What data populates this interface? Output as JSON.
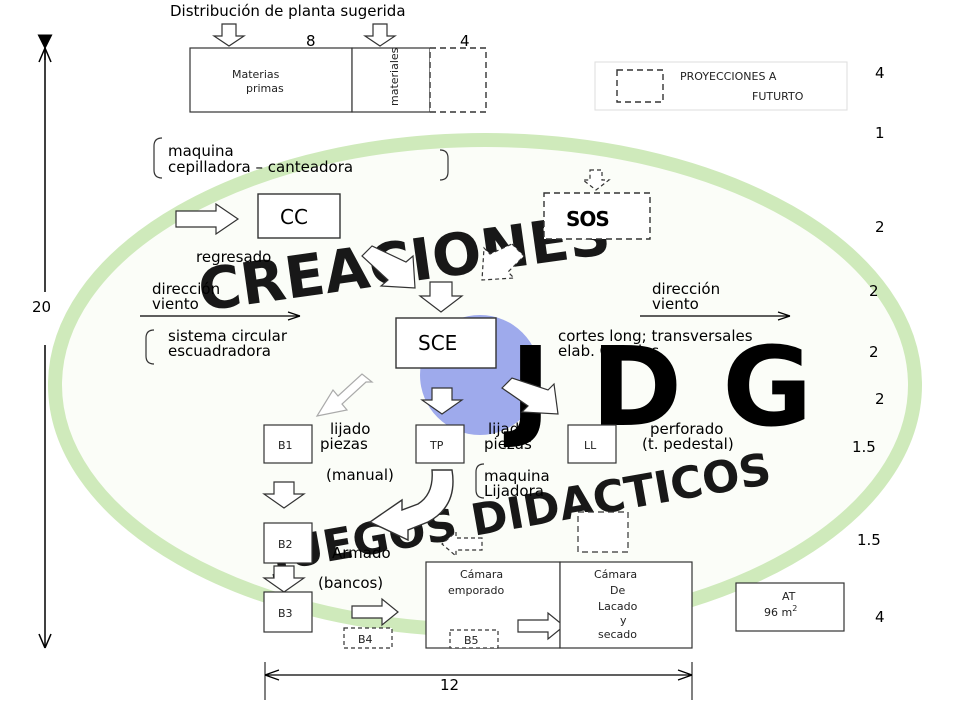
{
  "title": "Distribución de planta sugerida",
  "dimensions": {
    "top_8": "8",
    "top_4": "4",
    "height": "20",
    "width": "12",
    "rows": [
      "4",
      "1",
      "2",
      "2",
      "2",
      "2",
      "1.5",
      "1.5",
      "4"
    ]
  },
  "areas": {
    "materias_primas_1": "Materias",
    "materias_primas_2": "primas",
    "materiales": "materiales",
    "cc": "CC",
    "sos": "SOS",
    "sce": "SCE",
    "b1": "B1",
    "tp": "TP",
    "ll": "LL",
    "b2": "B2",
    "b3": "B3",
    "b4": "B4",
    "b5": "B5",
    "camara_emporado_1": "Cámara",
    "camara_emporado_2": "emporado",
    "camara_lacado_1": "Cámara",
    "camara_lacado_2": "De",
    "camara_lacado_3": "Lacado",
    "camara_lacado_4": "y",
    "camara_lacado_5": "secado",
    "at": "AT",
    "at_area": "96 m",
    "at_sup": "2"
  },
  "legend": {
    "line1": "PROYECCIONES A",
    "line2": "FUTURTO"
  },
  "labels": {
    "maquina_1": "maquina",
    "maquina_2": "cepilladora – canteadora",
    "regresado": "regresado",
    "direccion_1": "dirección",
    "viento_1": "viento",
    "direccion_2": "dirección",
    "viento_2": "viento",
    "sistema_1": "sistema circular",
    "sistema_2": "escuadradora",
    "cortes_1": "cortes long; transversales",
    "cortes_2": "elab. Canales",
    "lijado_1a": "lijado",
    "lijado_1b": "piezas",
    "lijado_2a": "lijado",
    "lijado_2b": "piezas",
    "perforado_1": "perforado",
    "perforado_2": "(t. pedestal)",
    "manual": "(manual)",
    "lijadora_1": "maquina",
    "lijadora_2": "Lijadora",
    "armado": "Armado",
    "bancos": "(bancos)"
  },
  "watermark": {
    "creaciones": "CREACIONES",
    "jdg": "JDG",
    "juegos": "JUEGOS DIDACTICOS"
  },
  "colors": {
    "ellipse": "#c9e9b3",
    "watermark_yellow": "#d4e84a",
    "watermark_red": "#e03030",
    "watermark_blue": "#6a7be0"
  }
}
